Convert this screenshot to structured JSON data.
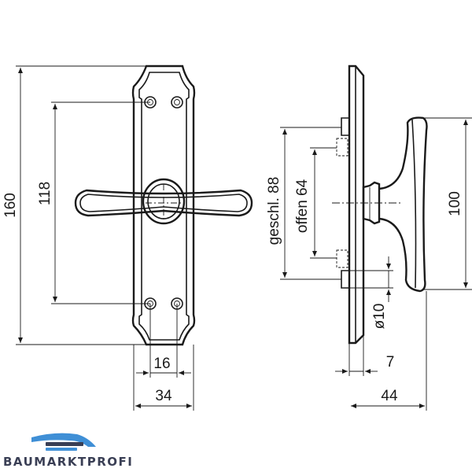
{
  "dimensions": {
    "front_height": "160",
    "hole_spacing": "118",
    "hole_offset_width": "16",
    "plate_width": "34",
    "closed_spacing": "geschl. 88",
    "open_spacing": "offen 64",
    "lever_height": "100",
    "screw_diameter": "ø10",
    "plate_thickness": "7",
    "depth": "44"
  },
  "logo": {
    "text": "BAUMARKTPROFI",
    "colors": {
      "blue": "#3f8fd6",
      "dark": "#3a3f55"
    }
  },
  "colors": {
    "line": "#1a1a1a",
    "background": "#ffffff"
  }
}
